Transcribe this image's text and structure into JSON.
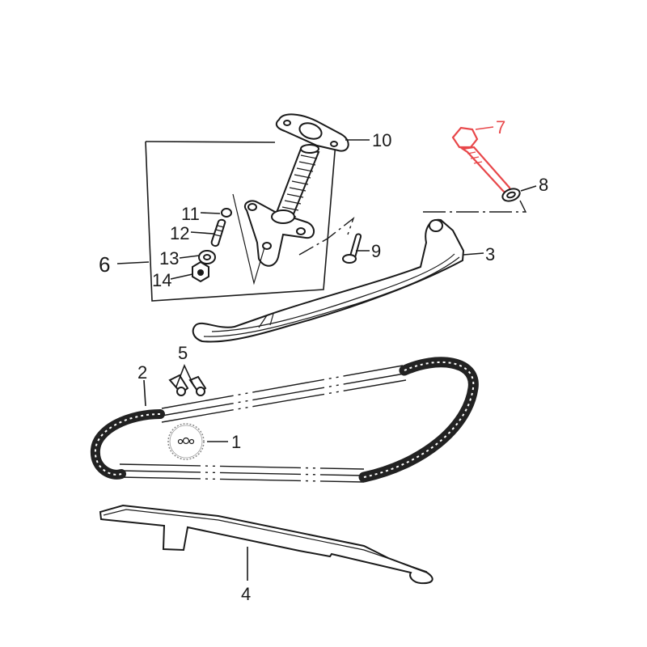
{
  "diagram": {
    "type": "exploded-parts-diagram",
    "subject": "cam chain and tensioner assembly",
    "highlight_color": "#e8474a",
    "line_color": "#1a1a1a",
    "background": "#ffffff",
    "callouts": [
      {
        "id": "1",
        "label": "1",
        "part": "sprocket"
      },
      {
        "id": "2",
        "label": "2",
        "part": "cam chain"
      },
      {
        "id": "3",
        "label": "3",
        "part": "tensioner guide arm"
      },
      {
        "id": "4",
        "label": "4",
        "part": "chain guide"
      },
      {
        "id": "5",
        "label": "5",
        "part": "chain guide pins"
      },
      {
        "id": "6",
        "label": "6",
        "part": "tensioner assembly (group)"
      },
      {
        "id": "7",
        "label": "7",
        "part": "bolt",
        "highlighted": true
      },
      {
        "id": "8",
        "label": "8",
        "part": "washer"
      },
      {
        "id": "9",
        "label": "9",
        "part": "bolt"
      },
      {
        "id": "10",
        "label": "10",
        "part": "gasket"
      },
      {
        "id": "11",
        "label": "11",
        "part": "washer"
      },
      {
        "id": "12",
        "label": "12",
        "part": "stud"
      },
      {
        "id": "13",
        "label": "13",
        "part": "washer"
      },
      {
        "id": "14",
        "label": "14",
        "part": "nut"
      }
    ]
  }
}
